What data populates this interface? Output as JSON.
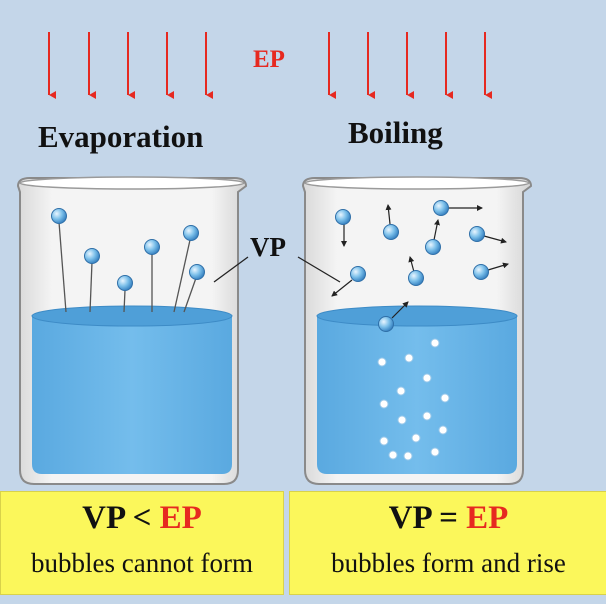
{
  "labels": {
    "pressure_label": "EP",
    "left_title": "Evaporation",
    "right_title": "Boiling",
    "vapor_label": "VP"
  },
  "left_box": {
    "lhs": "VP",
    "sign": "<",
    "rhs": "EP",
    "caption": "bubbles cannot form"
  },
  "right_box": {
    "lhs": "VP",
    "sign": "=",
    "rhs": "EP",
    "caption": "bubbles form and rise"
  },
  "colors": {
    "background": "#c4d6e9",
    "arrow_red": "#e62920",
    "water": "#6bb6e6",
    "water_surface": "#4a9ad6",
    "highlight_box": "#fbf75b",
    "molecule": "#5aa8dc"
  }
}
